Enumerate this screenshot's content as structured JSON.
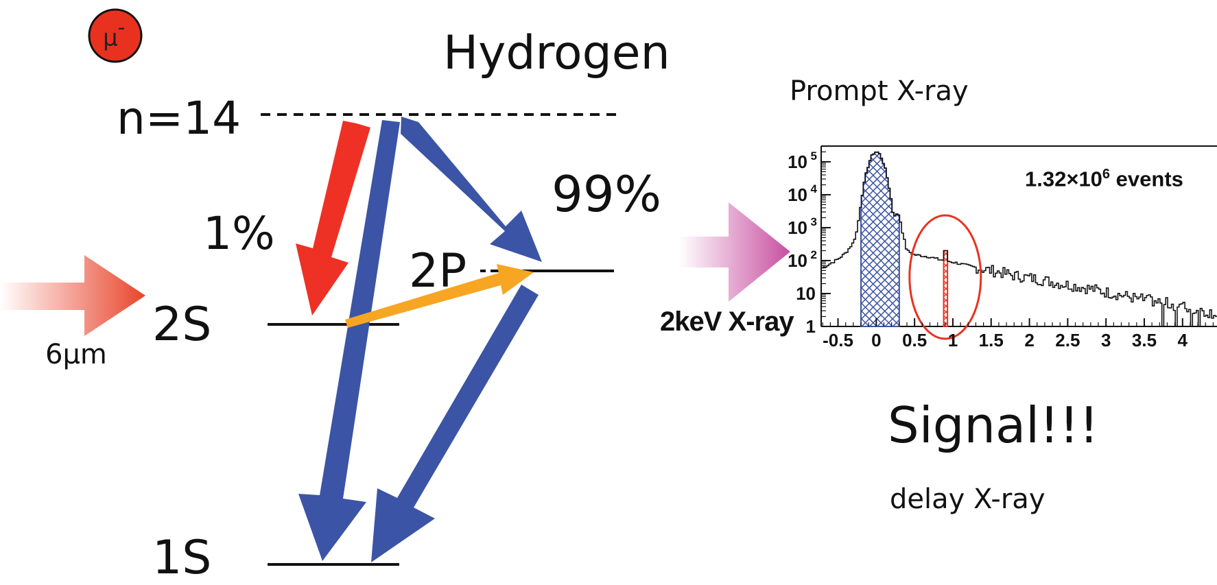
{
  "muon_badge": {
    "text": "μ",
    "sup": "-",
    "fill": "#e8321f"
  },
  "title": "Hydrogen",
  "levels": {
    "n14": "n=14",
    "2s": "2S",
    "2p": "2P",
    "1s": "1S"
  },
  "branching": {
    "to_2s": "1%",
    "to_2p": "99%"
  },
  "laser": {
    "label": "6μm",
    "color": "#e8452c"
  },
  "detector_arrow": {
    "label": "2keV X-ray",
    "color": "#c84fa0"
  },
  "prompt_label": "Prompt X-ray",
  "signal_label": "Signal!!!",
  "delay_label": "delay X-ray",
  "colors": {
    "blue_arrow": "#3b54a5",
    "red_arrow": "#ee3124",
    "orange_arrow": "#f6a623",
    "prompt_fill": "#3b54a5",
    "delay_fill": "#e8321f",
    "circle": "#e8321f"
  },
  "chart_data": {
    "type": "histogram",
    "y_scale": "log",
    "annotation": {
      "base": "1.32×10",
      "exp": "6",
      "suffix": " events"
    },
    "x_ticks": [
      "-0.5",
      "0",
      "0.5",
      "1",
      "1.5",
      "2",
      "2.5",
      "3",
      "3.5",
      "4"
    ],
    "x_tick_values": [
      -0.5,
      0,
      0.5,
      1,
      1.5,
      2,
      2.5,
      3,
      3.5,
      4
    ],
    "y_ticks": [
      {
        "value": 1,
        "base": "1",
        "exp": ""
      },
      {
        "value": 10,
        "base": "10",
        "exp": ""
      },
      {
        "value": 100,
        "base": "10",
        "exp": "2"
      },
      {
        "value": 1000,
        "base": "10",
        "exp": "3"
      },
      {
        "value": 10000,
        "base": "10",
        "exp": "4"
      },
      {
        "value": 100000,
        "base": "10",
        "exp": "5"
      }
    ],
    "xlim": [
      -0.72,
      4.45
    ],
    "ylim": [
      1,
      300000
    ],
    "prompt_peak": {
      "center": 0.0,
      "peak_count": 200000,
      "x_from": -0.2,
      "x_to": 0.3
    },
    "delay_peak": {
      "x_from": 0.88,
      "x_to": 0.93,
      "count": 200
    },
    "background": [
      [
        -0.7,
        60
      ],
      [
        -0.5,
        110
      ],
      [
        -0.4,
        170
      ],
      [
        -0.3,
        350
      ],
      [
        -0.2,
        2000
      ],
      [
        0.3,
        2500
      ],
      [
        0.35,
        600
      ],
      [
        0.4,
        200
      ],
      [
        0.5,
        150
      ],
      [
        0.6,
        140
      ],
      [
        0.7,
        130
      ],
      [
        0.8,
        110
      ],
      [
        0.9,
        100
      ],
      [
        1.0,
        90
      ],
      [
        1.2,
        70
      ],
      [
        1.4,
        55
      ],
      [
        1.6,
        45
      ],
      [
        1.8,
        35
      ],
      [
        2.0,
        30
      ],
      [
        2.2,
        25
      ],
      [
        2.4,
        20
      ],
      [
        2.6,
        17
      ],
      [
        2.8,
        14
      ],
      [
        3.0,
        11
      ],
      [
        3.2,
        9
      ],
      [
        3.4,
        7
      ],
      [
        3.6,
        6
      ],
      [
        3.8,
        5
      ],
      [
        4.0,
        4
      ],
      [
        4.2,
        3
      ],
      [
        4.45,
        2.5
      ]
    ]
  }
}
